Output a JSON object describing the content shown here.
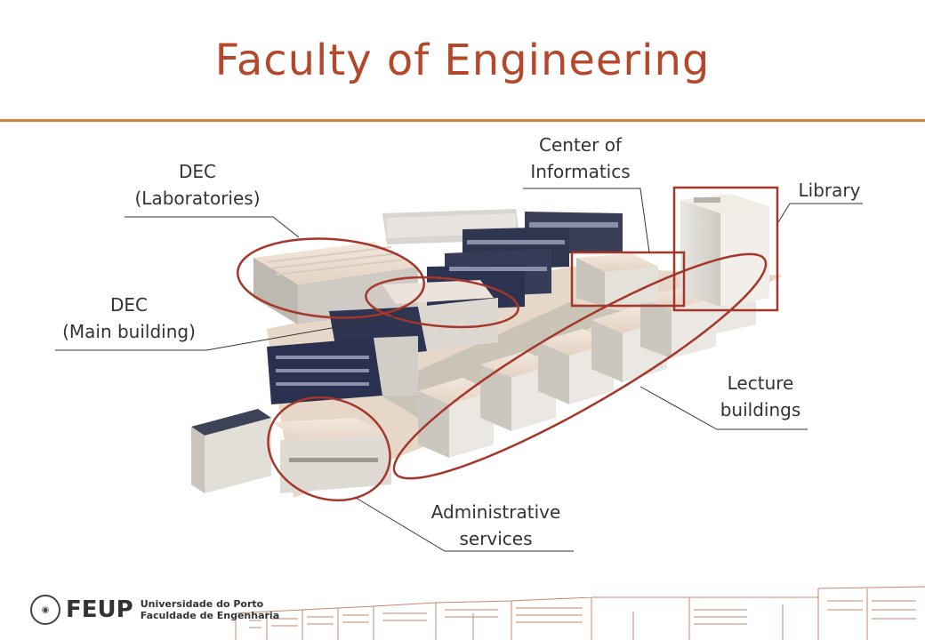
{
  "title": "Faculty of Engineering",
  "labels": {
    "dec_labs": [
      "DEC",
      "(Laboratories)"
    ],
    "center_informatics": [
      "Center of",
      "Informatics"
    ],
    "library": "Library",
    "dec_main": [
      "DEC",
      "(Main building)"
    ],
    "lecture": [
      "Lecture",
      "buildings"
    ],
    "admin": [
      "Administrative",
      "services"
    ]
  },
  "logo": {
    "acronym": "FEUP",
    "line1": "Universidade do Porto",
    "line2": "Faculdade de Engenharia"
  },
  "colors": {
    "title": "#b5472a",
    "rule": "#d9823f",
    "highlight": "#a5372a"
  }
}
